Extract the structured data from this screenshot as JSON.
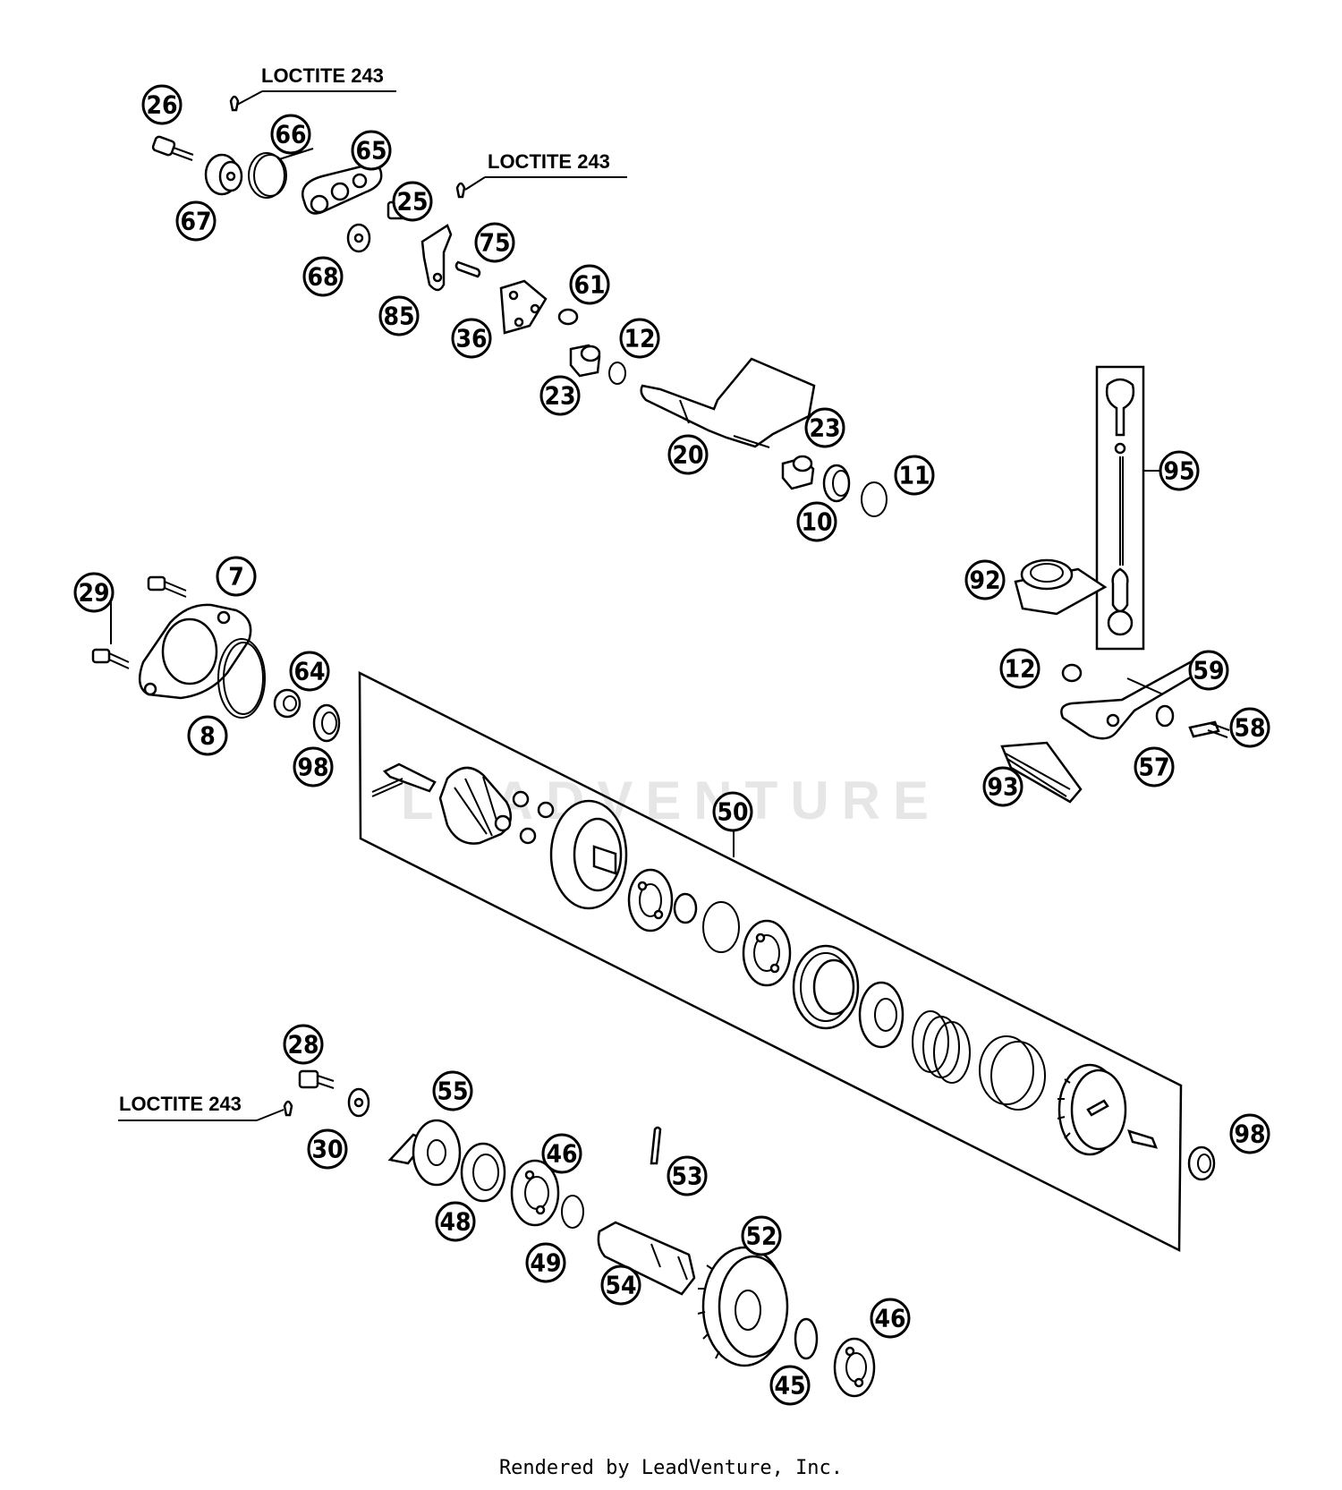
{
  "callouts": {
    "c26": "26",
    "c66": "66",
    "c65": "65",
    "c67": "67",
    "c25": "25",
    "c75": "75",
    "c68": "68",
    "c61": "61",
    "c85": "85",
    "c36": "36",
    "c12a": "12",
    "c23a": "23",
    "c23b": "23",
    "c20": "20",
    "c11": "11",
    "c10": "10",
    "c95": "95",
    "c92": "92",
    "c29": "29",
    "c7": "7",
    "c64": "64",
    "c8": "8",
    "c98a": "98",
    "c12b": "12",
    "c59": "59",
    "c58": "58",
    "c57": "57",
    "c93": "93",
    "c50": "50",
    "c28": "28",
    "c55": "55",
    "c30": "30",
    "c46a": "46",
    "c53": "53",
    "c48": "48",
    "c49": "49",
    "c52": "52",
    "c54": "54",
    "c46b": "46",
    "c45": "45",
    "c98b": "98"
  },
  "notes": {
    "loctite_1": "LOCTITE 243",
    "loctite_2": "LOCTITE 243",
    "loctite_3": "LOCTITE 243"
  },
  "watermark": "LEADVENTURE",
  "footer": "Rendered by LeadVenture, Inc."
}
